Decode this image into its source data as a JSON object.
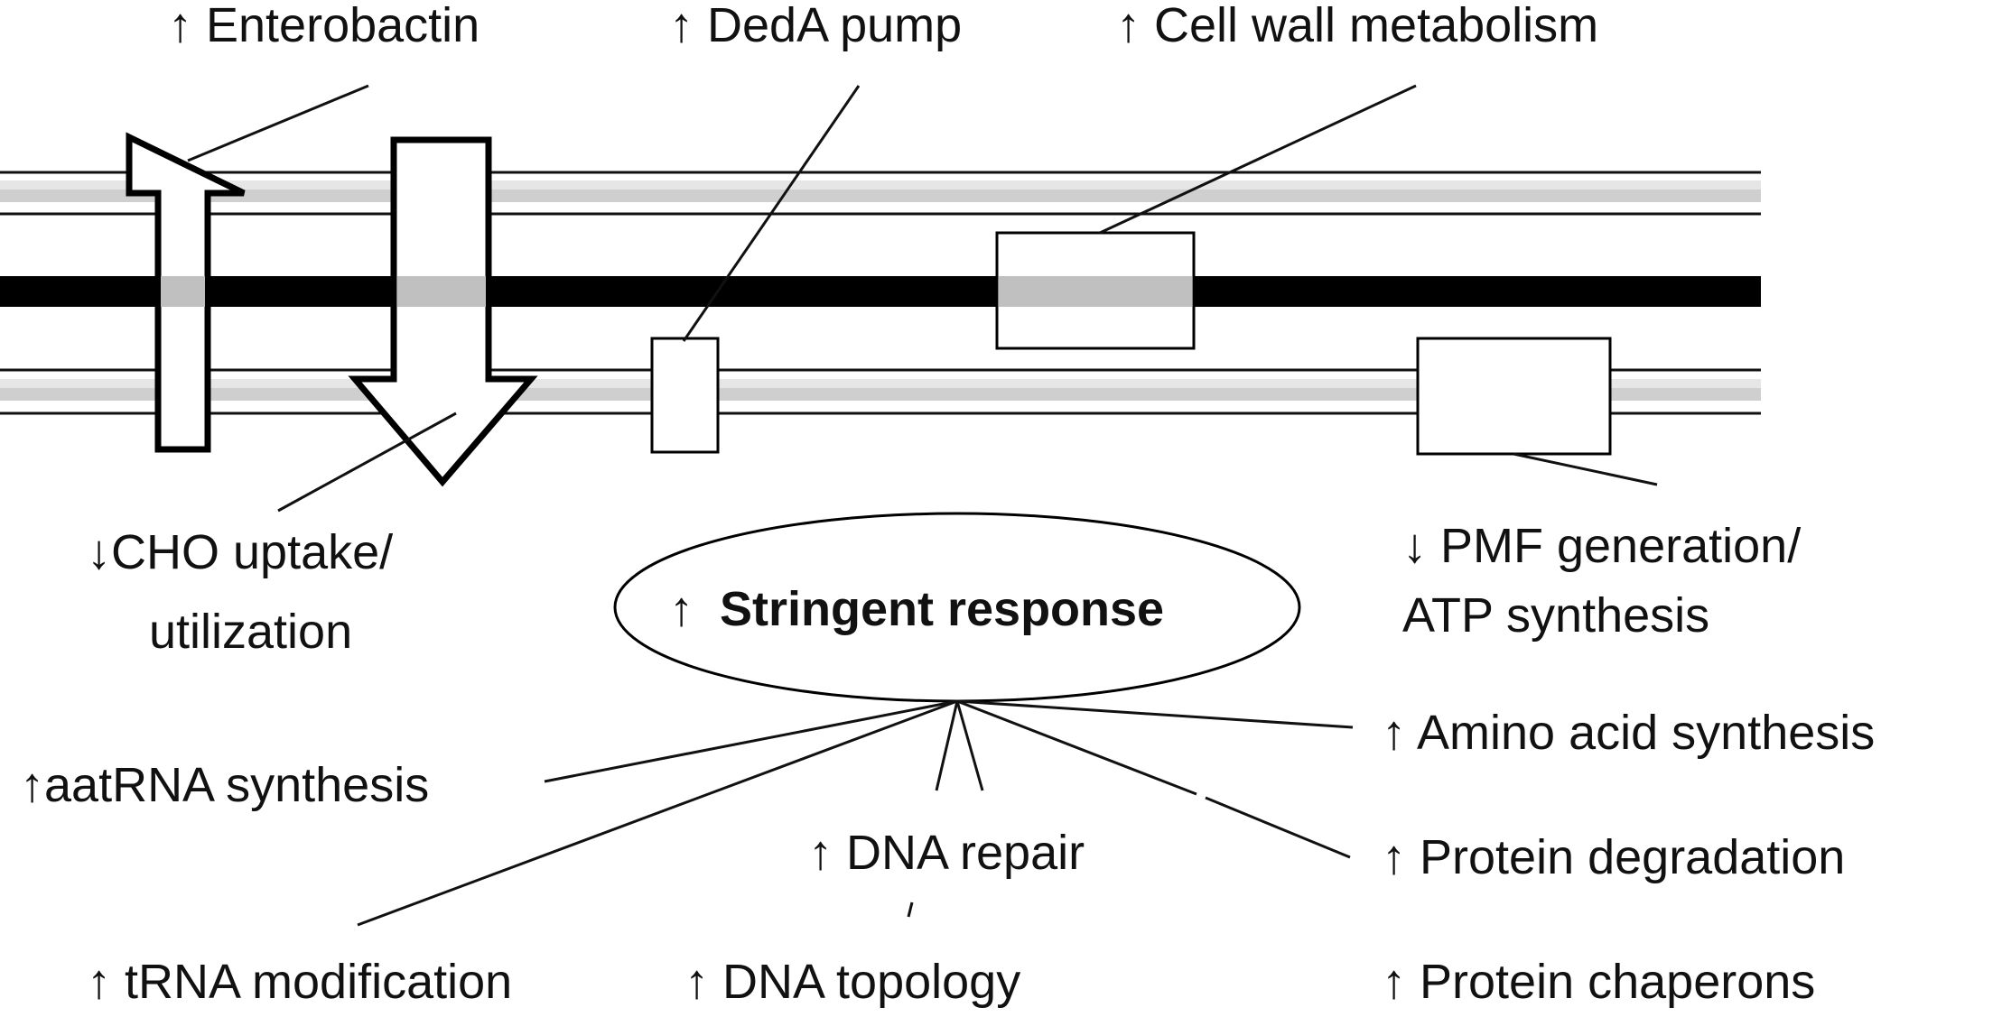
{
  "labels": {
    "enterobactin": "↑ Enterobactin",
    "deda_pump": "↑ DedA pump",
    "cell_wall": "↑ Cell wall metabolism",
    "cho_line1": "↓CHO uptake/",
    "cho_line2": "utilization",
    "pmf_line1": "↓ PMF generation/",
    "pmf_line2": "ATP synthesis",
    "stringent_arrow": "↑",
    "stringent_text": "Stringent response",
    "amino_acid": "↑ Amino acid synthesis",
    "aatrna": "↑aatRNA synthesis",
    "dna_repair": "↑ DNA repair",
    "protein_degradation": "↑ Protein degradation",
    "trna_modification": "↑ tRNA modification",
    "dna_topology": "↑ DNA topology",
    "protein_chaperons": "↑ Protein chaperons"
  },
  "colors": {
    "ink": "#111111",
    "membrane_gray": "#c8c8c8",
    "membrane_light": "#e6e6e6"
  }
}
